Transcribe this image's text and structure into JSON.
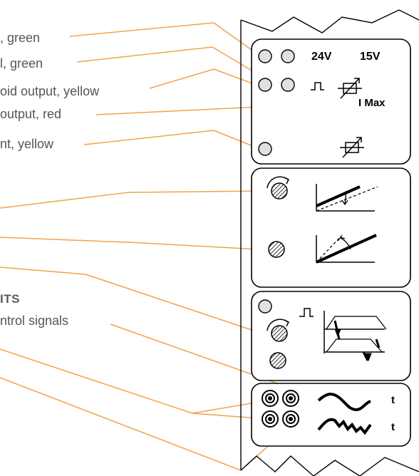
{
  "labels": {
    "l1": ", green",
    "l2": "l, green",
    "l3": "oid output, yellow",
    "l4": "output, red",
    "l5": "nt, yellow",
    "heading": "ITS",
    "l6": "ntrol signals"
  },
  "panel": {
    "v24": "24V",
    "v15": "15V",
    "imax": "I Max",
    "t1": "t",
    "t2": "t"
  },
  "colors": {
    "leader": "#f2a24a",
    "led_fill": "#e0e0e0",
    "outline": "#000000"
  }
}
